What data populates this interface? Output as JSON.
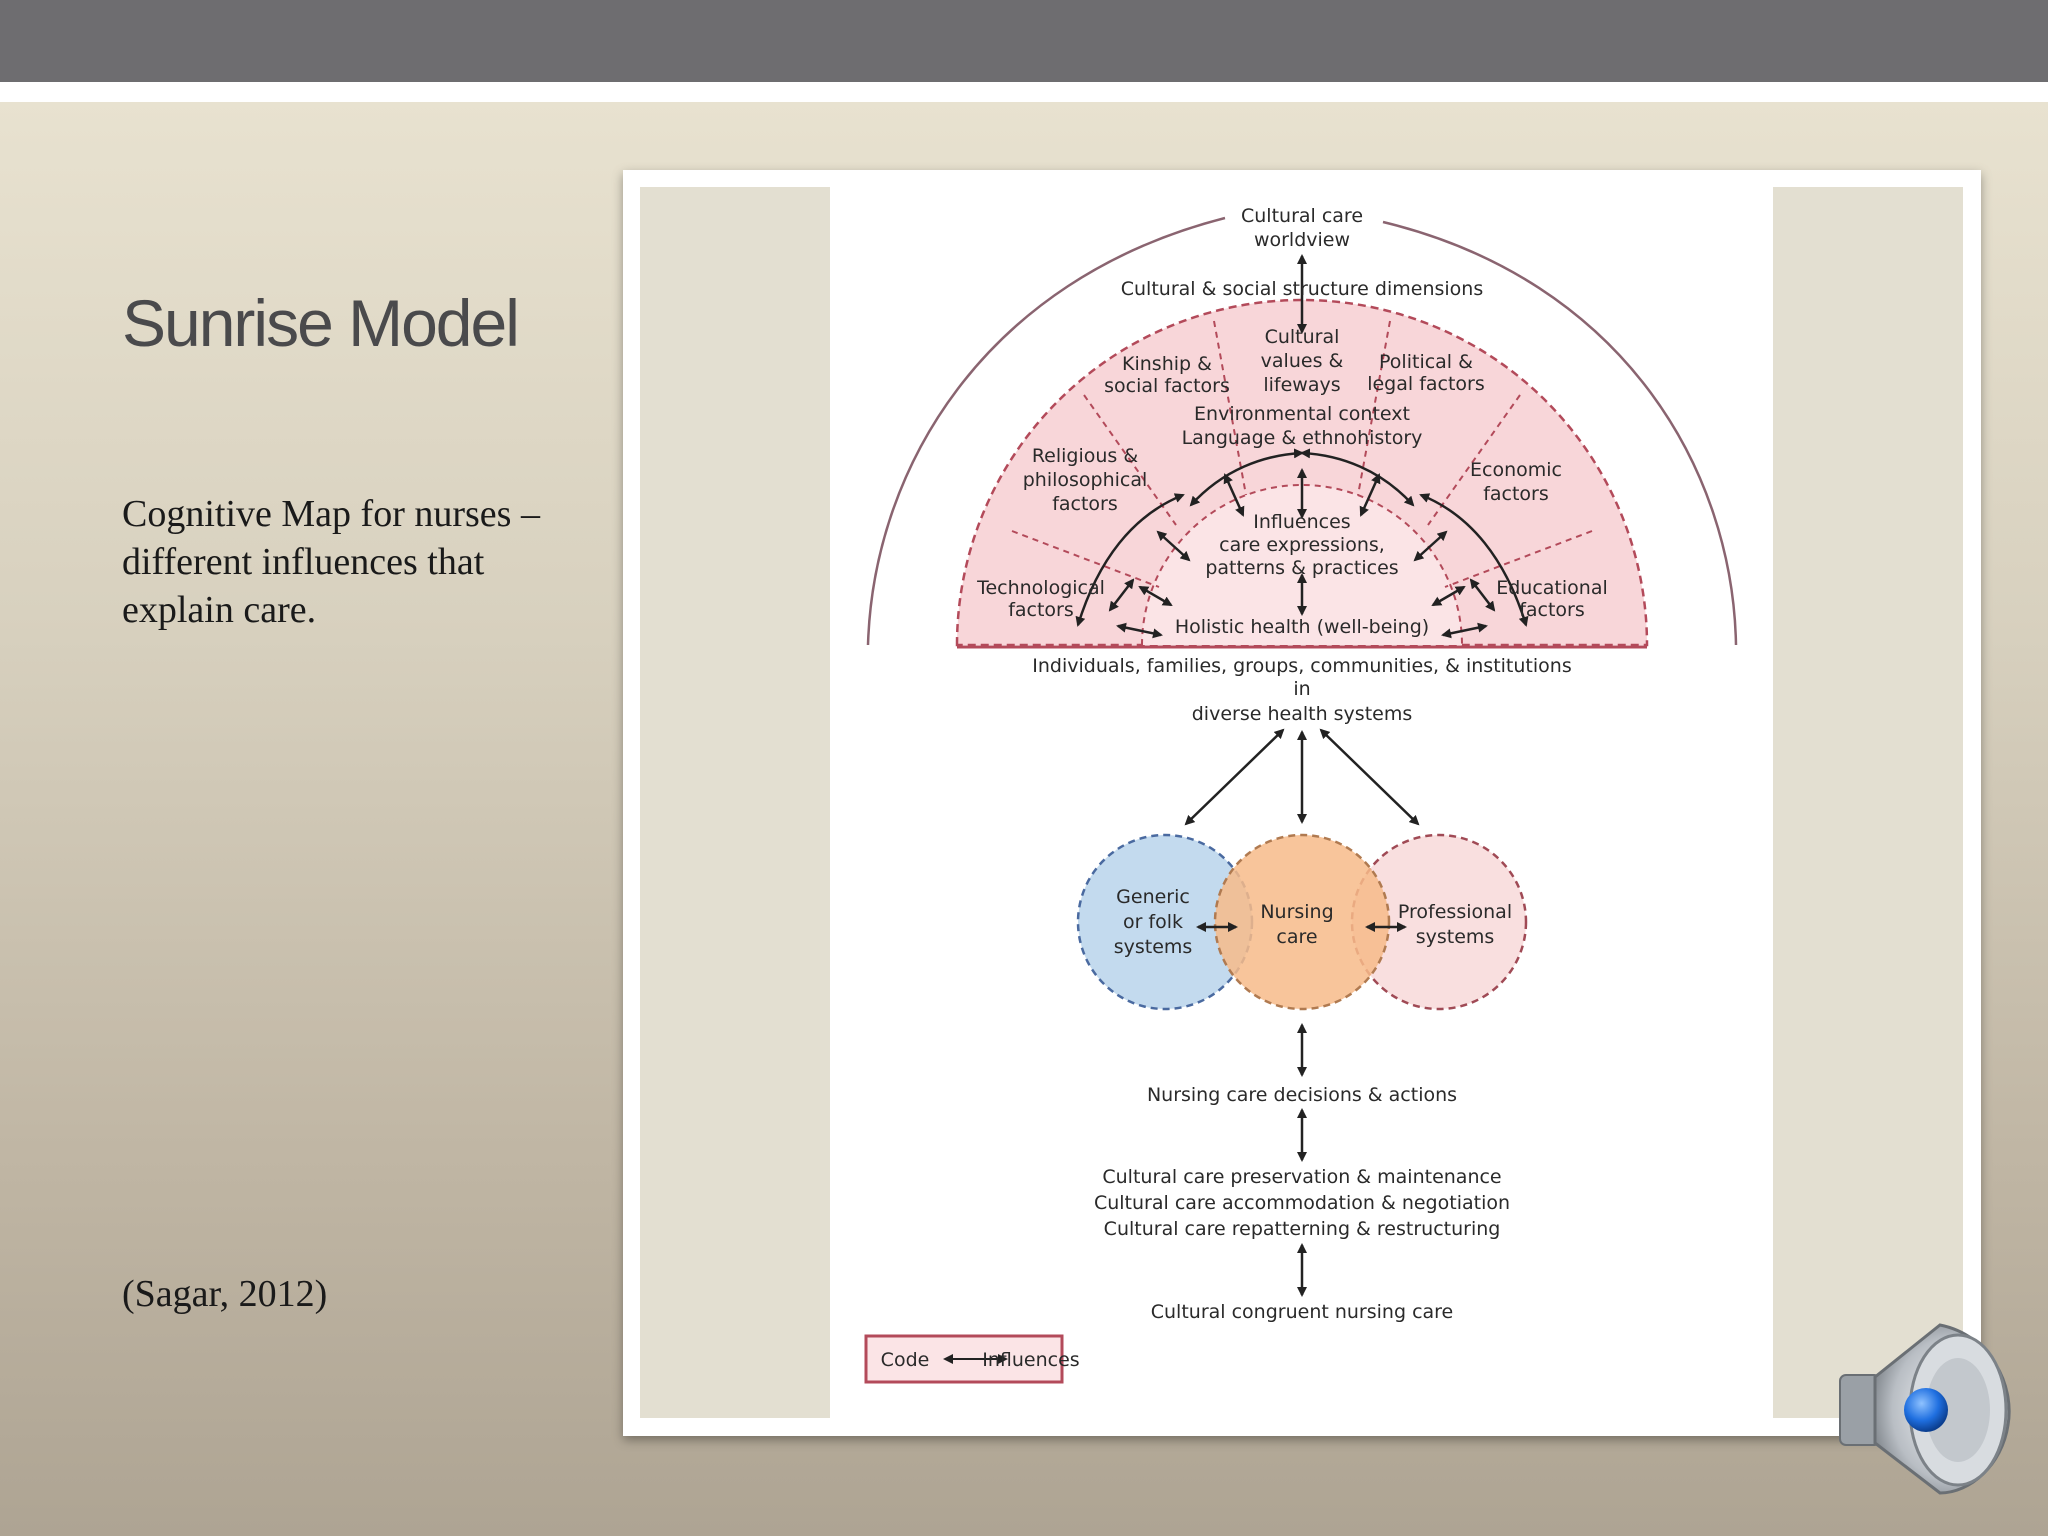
{
  "slide": {
    "title": "Sunrise Model",
    "body": "Cognitive Map for nurses – different influences that explain care.",
    "citation": "(Sagar, 2012)"
  },
  "diagram": {
    "worldview": [
      "Cultural care",
      "worldview"
    ],
    "dimensions": "Cultural & social structure dimensions",
    "sectors": {
      "kinship": [
        "Kinship &",
        "social factors"
      ],
      "cultural_values": [
        "Cultural",
        "values &",
        "lifeways"
      ],
      "political": [
        "Political &",
        "legal factors"
      ],
      "religious": [
        "Religious &",
        "philosophical",
        "factors"
      ],
      "economic": [
        "Economic",
        "factors"
      ],
      "technological": [
        "Technological",
        "factors"
      ],
      "educational": [
        "Educational",
        "factors"
      ]
    },
    "environment": [
      "Environmental context",
      "Language & ethnohistory"
    ],
    "influences": [
      "Influences",
      "care expressions,",
      "patterns & practices"
    ],
    "holistic_health": "Holistic health (well-being)",
    "individuals": [
      "Individuals, families, groups, communities, & institutions",
      "in",
      "diverse health systems"
    ],
    "systems": {
      "generic": [
        "Generic",
        "or folk",
        "systems"
      ],
      "nursing": [
        "Nursing",
        "care"
      ],
      "professional": [
        "Professional",
        "systems"
      ]
    },
    "decisions": "Nursing care decisions & actions",
    "care_modes": [
      "Cultural care preservation & maintenance",
      "Cultural care accommodation & negotiation",
      "Cultural care repatterning & restructuring"
    ],
    "congruent": "Cultural congruent nursing care",
    "legend": {
      "code": "Code",
      "influences": "Influences"
    }
  },
  "colors": {
    "top_bar": "#6e6d70",
    "sector_fill": "#f8d6d9",
    "sector_stroke": "#b34a5a",
    "generic_circle": "#bcd6ec",
    "nursing_circle": "#f7bb8a",
    "professional_circle": "#f8dcdc",
    "speaker_accent": "#1f6fe0"
  },
  "icons": {
    "speaker": "speaker-icon"
  }
}
